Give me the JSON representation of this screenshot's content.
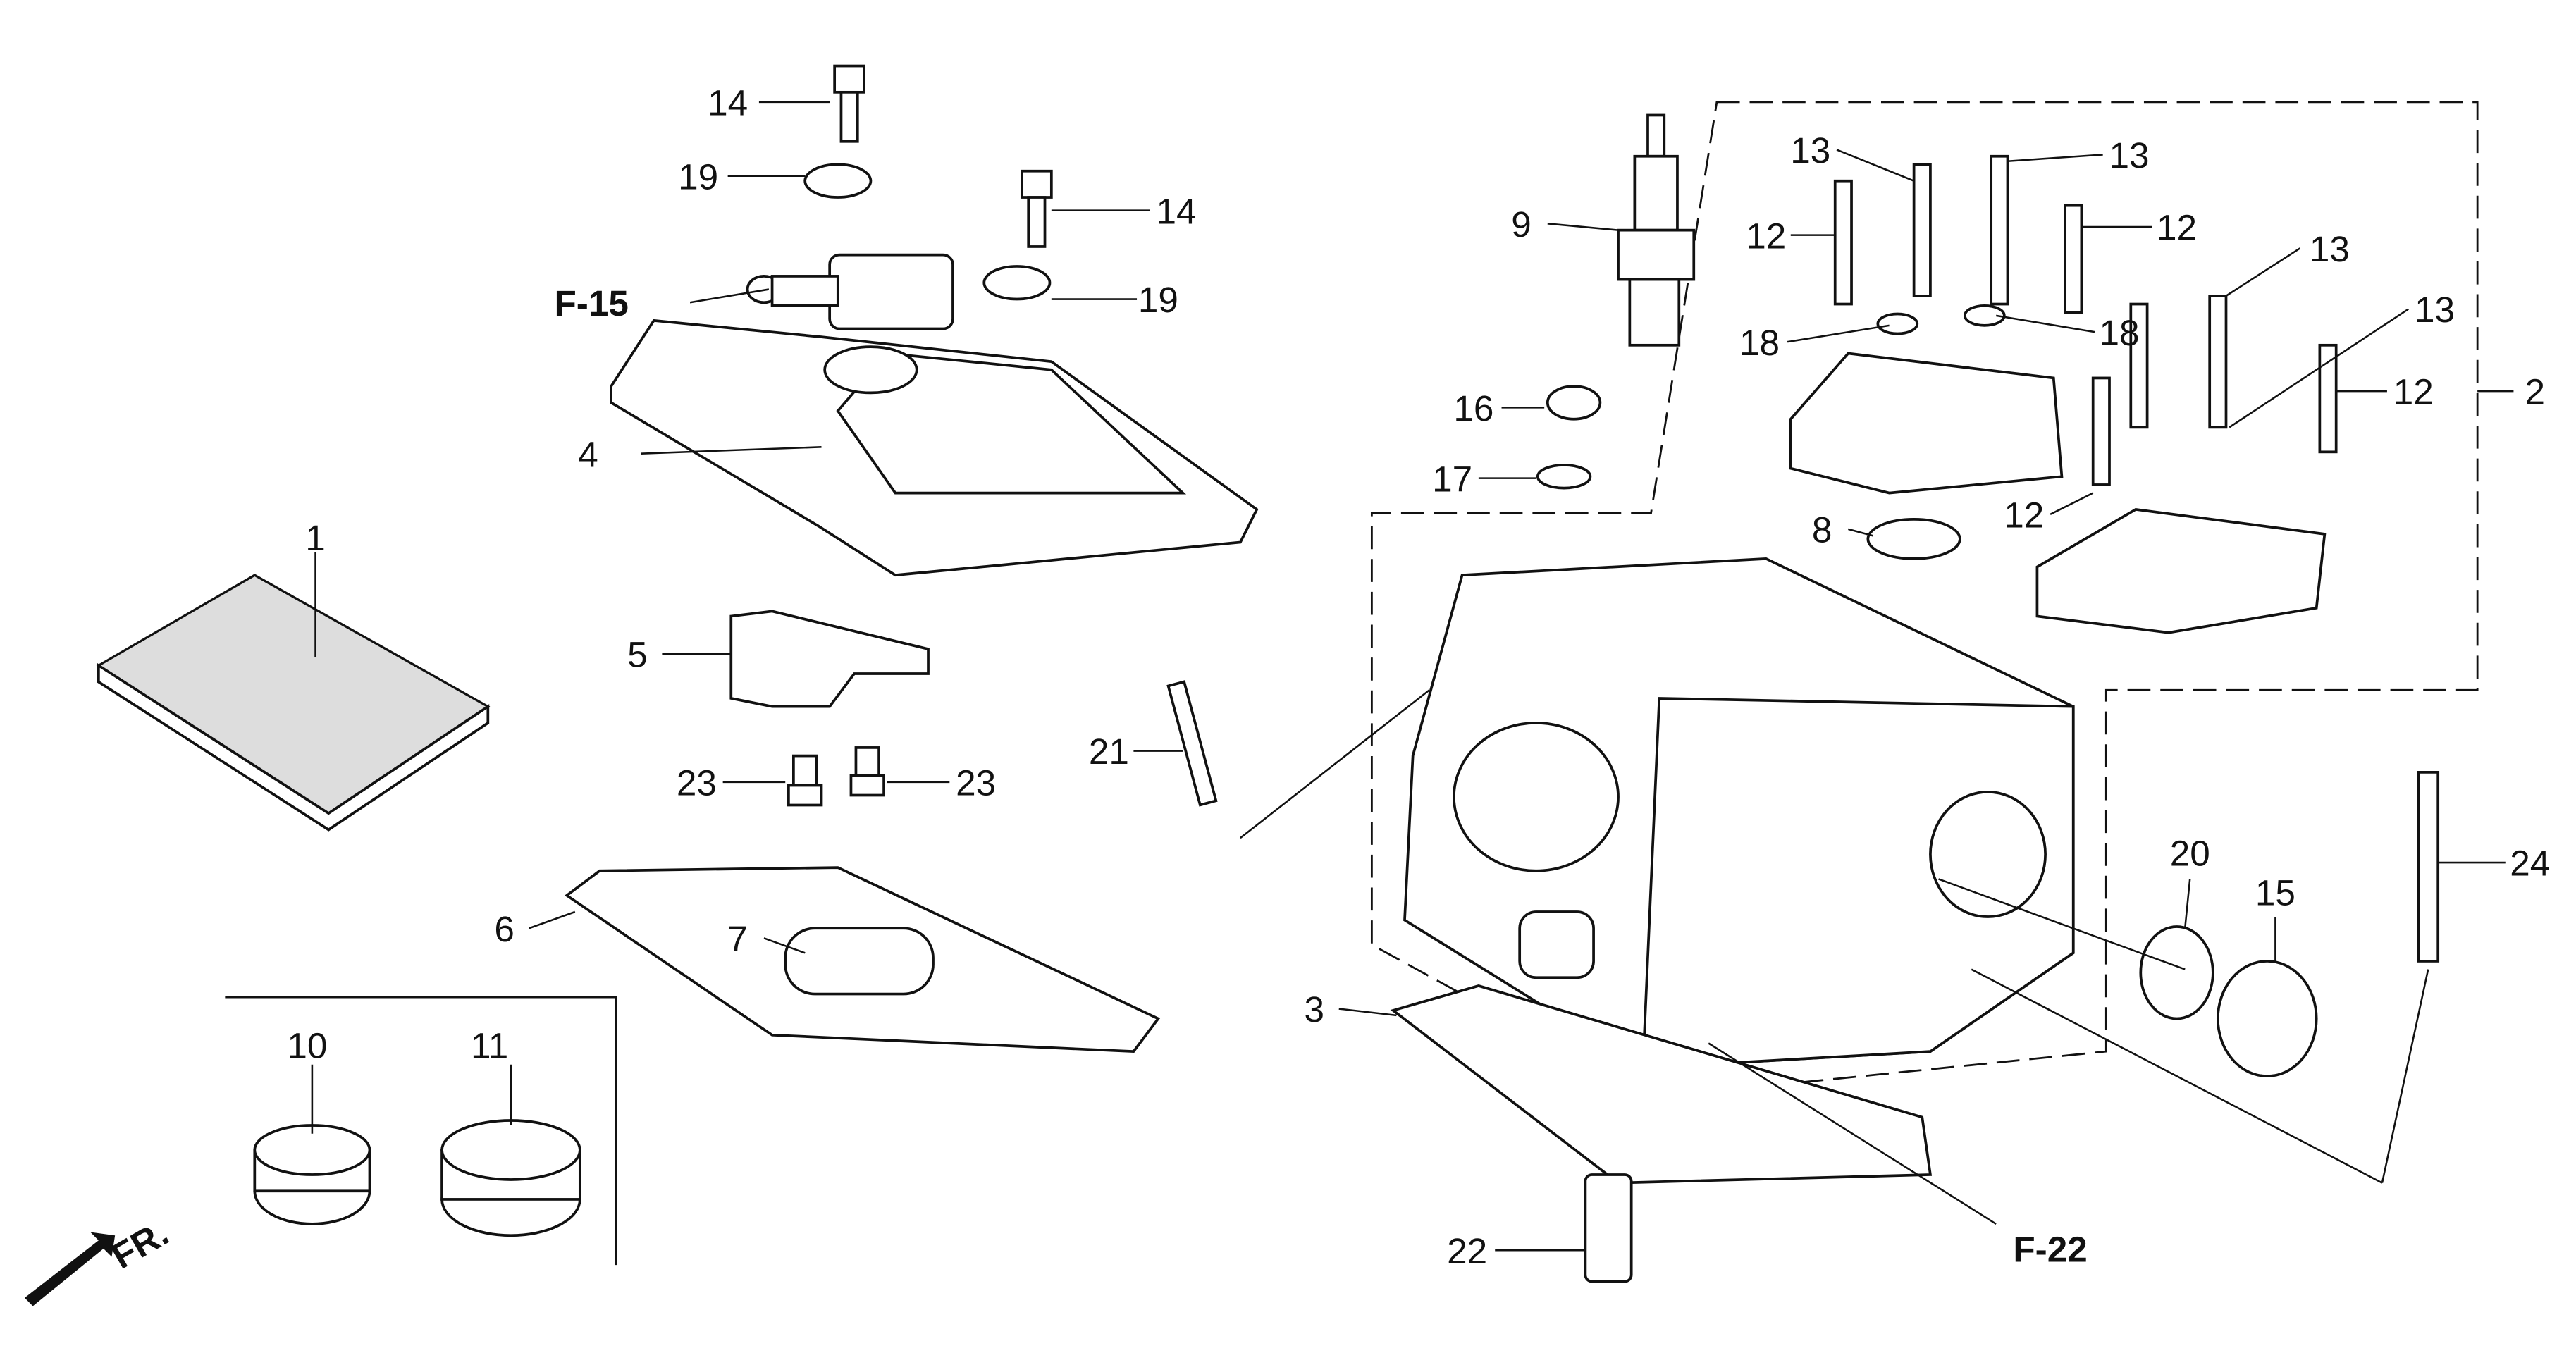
{
  "diagram": {
    "callouts": [
      "14",
      "19",
      "14",
      "19",
      "4",
      "1",
      "5",
      "23",
      "23",
      "6",
      "7",
      "10",
      "11",
      "9",
      "16",
      "17",
      "21",
      "3",
      "22",
      "13",
      "13",
      "12",
      "12",
      "13",
      "13",
      "18",
      "18",
      "12",
      "2",
      "8",
      "12",
      "20",
      "15",
      "24"
    ],
    "references": [
      "F-15",
      "F-22"
    ],
    "front_indicator": "FR."
  }
}
